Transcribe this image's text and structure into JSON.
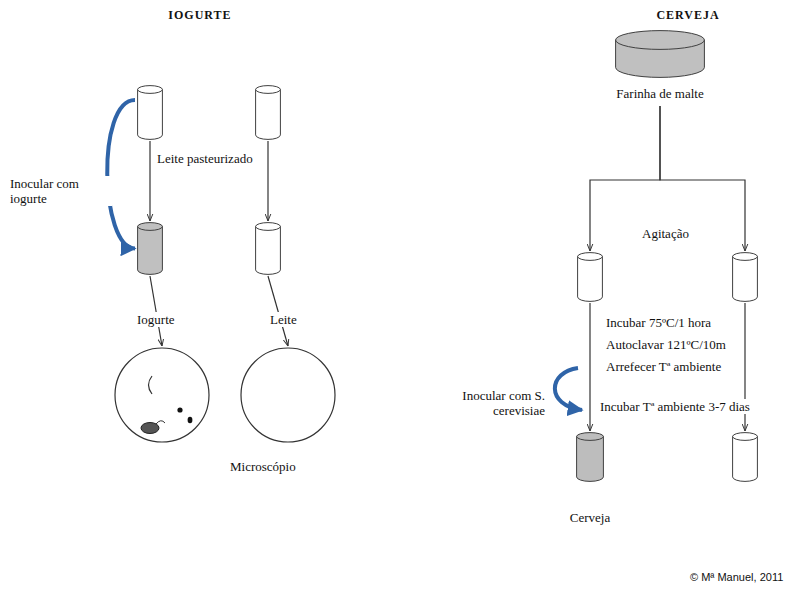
{
  "diagram": {
    "nodes": [
      {
        "text": []
      },
      {
        "text": []
      },
      {
        "text": []
      },
      {
        "text": []
      },
      {
        "text": []
      },
      {
        "text": []
      },
      {
        "text": [
          "Farinha de malte"
        ]
      },
      {
        "text": []
      },
      {
        "text": []
      },
      {
        "text": [
          "Cerveja"
        ]
      },
      {
        "text": []
      }
    ],
    "edges": [
      {
        "from": 0,
        "to": 2,
        "arrow": "to"
      },
      {
        "from": 0,
        "to": 2,
        "label": "Inocular com iogurte",
        "arrow": "to"
      },
      {
        "from": 1,
        "to": 3,
        "arrow": "to"
      },
      {
        "from": 2,
        "to": 4,
        "label": "Iogurte",
        "arrow": "to"
      },
      {
        "from": 3,
        "to": 5,
        "label": "Leite",
        "arrow": "to"
      },
      {
        "from": 6,
        "to": 7,
        "arrow": "to"
      },
      {
        "from": 6,
        "to": 8,
        "arrow": "to"
      },
      {
        "from": 7,
        "to": 9,
        "arrow": "to"
      },
      {
        "from": 8,
        "to": 10,
        "arrow": "to"
      }
    ],
    "labels": [
      "IOGURTE",
      "CERVEJA",
      "Leite pasteurizado",
      "Microscópio",
      "Agitação",
      "Incubar 75ºC/1 hora",
      "Autoclavar 121ºC/10m",
      "Arrefecer Tª ambiente",
      "Incubar Tª ambiente 3-7 dias",
      "Inocular com S. cerevisiae",
      "© Mª Manuel, 2011"
    ]
  }
}
